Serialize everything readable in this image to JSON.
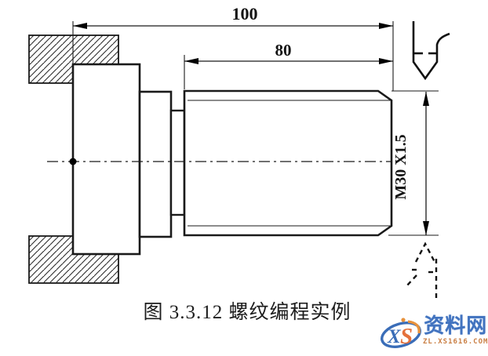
{
  "drawing": {
    "dim_overall_length": "100",
    "dim_thread_length": "80",
    "thread_spec": "M30 X1.5"
  },
  "caption": "图 3.3.12  螺纹编程实例",
  "watermark": {
    "x_letter": "X",
    "s_letter": "S",
    "site_name": "资料网",
    "site_url": "ZL.XS1616.COM"
  },
  "colors": {
    "line": "#1a1a1a",
    "watermark_blue": "#4273bf",
    "watermark_orange": "#e4713c",
    "watermark_url": "#c97e43"
  }
}
